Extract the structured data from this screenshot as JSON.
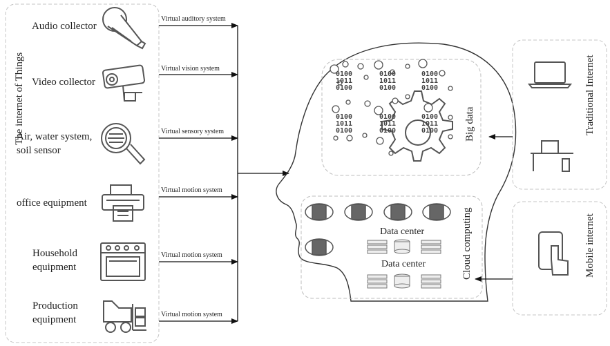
{
  "iot": {
    "group_title": "The internet of Things",
    "items": [
      {
        "label": "Audio collector",
        "icon": "microphone-icon",
        "system": "Virtual auditory system"
      },
      {
        "label": "Video collector",
        "icon": "camera-icon",
        "system": "Virtual vision system"
      },
      {
        "label_line1": "Air, water system,",
        "label_line2": "soil sensor",
        "icon": "sensor-magnifier-icon",
        "system": "Virtual sensory system"
      },
      {
        "label": "office equipment",
        "icon": "printer-icon",
        "system": "Virtual motion system"
      },
      {
        "label_line1": "Household",
        "label_line2": "equipment",
        "icon": "oven-icon",
        "system": "Virtual motion system"
      },
      {
        "label_line1": "Production",
        "label_line2": "equipment",
        "icon": "forklift-icon",
        "system": "Virtual motion system"
      }
    ]
  },
  "brain": {
    "big_data_label": "Big data",
    "cloud_label": "Cloud computing",
    "data_center_1": "Data center",
    "data_center_2": "Data center",
    "binary_lines": [
      "0100",
      "1011",
      "0100"
    ]
  },
  "right": {
    "traditional_label": "Traditional Internet",
    "mobile_label": "Mobile internet",
    "traditional_icons": [
      "laptop-icon",
      "desk-computer-icon"
    ],
    "mobile_icon": "touch-phone-icon"
  },
  "colors": {
    "line": "#111111",
    "icon": "#555555",
    "border": "#bdbdbd"
  }
}
